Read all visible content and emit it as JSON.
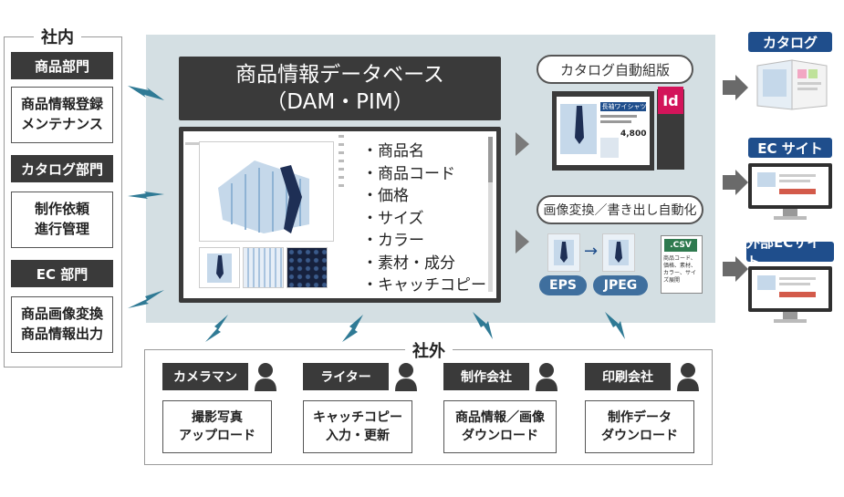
{
  "internal": {
    "title": "社内",
    "departments": [
      {
        "name": "商品部門",
        "tasks": [
          "商品情報登録",
          "メンテナンス"
        ]
      },
      {
        "name": "カタログ部門",
        "tasks": [
          "制作依頼",
          "進行管理"
        ]
      },
      {
        "name": "EC 部門",
        "tasks": [
          "商品画像変換",
          "商品情報出力"
        ]
      }
    ]
  },
  "database": {
    "title_line1": "商品情報データベース",
    "title_line2": "（DAM・PIM）",
    "features": [
      "・商品名",
      "・商品コード",
      "・価格",
      "・サイズ",
      "・カラー",
      "・素材・成分",
      "・キャッチコピー"
    ]
  },
  "processes": {
    "catalog_typesetting": "カタログ自動組版",
    "indesign_icon_label": "Id",
    "catalog_preview": {
      "header": "長袖ワイシャツ",
      "price": "4,800"
    },
    "image_conversion": "画像変換／書き出し自動化",
    "formats": [
      "EPS",
      "JPEG"
    ],
    "csv": {
      "label": ".CSV",
      "content": "商品コード、価格、素材、カラー、サイズ展開"
    }
  },
  "outputs": [
    "カタログ",
    "EC サイト",
    "外部ECサイト"
  ],
  "external": {
    "title": "社外",
    "partners": [
      {
        "name": "カメラマン",
        "tasks": [
          "撮影写真",
          "アップロード"
        ]
      },
      {
        "name": "ライター",
        "tasks": [
          "キャッチコピー",
          "入力・更新"
        ]
      },
      {
        "name": "制作会社",
        "tasks": [
          "商品情報／画像",
          "ダウンロード"
        ]
      },
      {
        "name": "印刷会社",
        "tasks": [
          "制作データ",
          "ダウンロード"
        ]
      }
    ]
  },
  "colors": {
    "panel": "#d4dfe3",
    "dark": "#3a3a3a",
    "accent": "#1f4e8c",
    "format_pill": "#3f6f9e",
    "indesign": "#d3145a"
  }
}
